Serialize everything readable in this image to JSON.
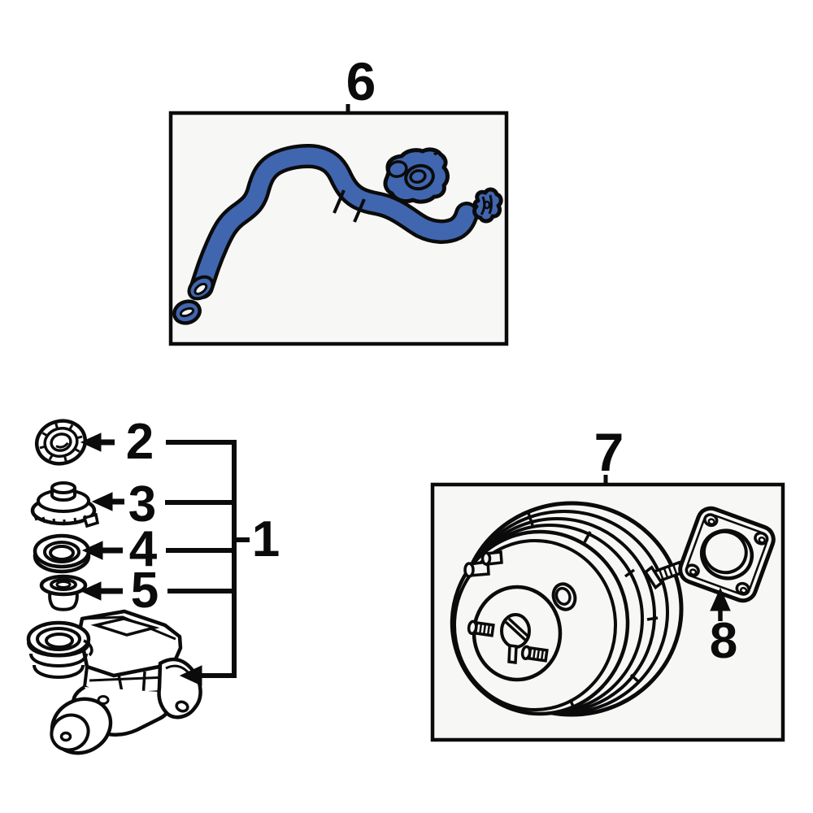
{
  "diagram": {
    "colors": {
      "background": "#ffffff",
      "panel_fill": "#f7f7f6",
      "line": "#0b0b0b",
      "part_blue": "#4166b0"
    },
    "callouts": {
      "n1": "1",
      "n2": "2",
      "n3": "3",
      "n4": "4",
      "n5": "5",
      "n6": "6",
      "n7": "7",
      "n8": "8"
    }
  }
}
